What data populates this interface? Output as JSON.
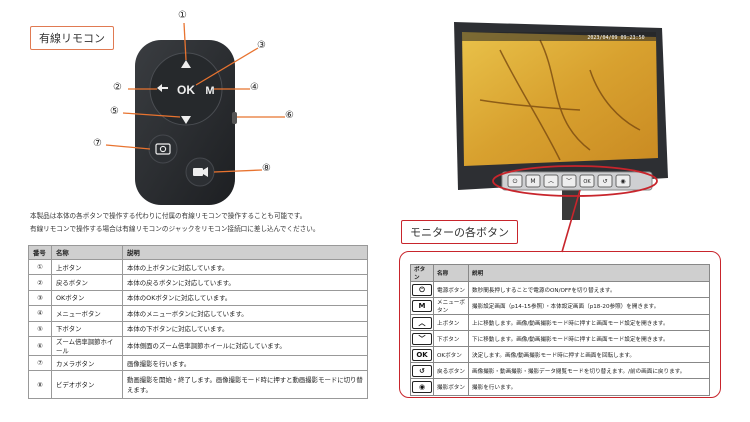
{
  "remote_section": {
    "title": "有線リモコン",
    "callouts": [
      "①",
      "②",
      "③",
      "④",
      "⑤",
      "⑥",
      "⑦",
      "⑧"
    ],
    "remote_labels": {
      "ok": "OK",
      "m": "M"
    },
    "note_lines": [
      "本製品は本体の各ボタンで操作する代わりに付属の有線リモコンで操作することも可能です。",
      "有線リモコンで操作する場合は有線リモコンのジャックをリモコン接続口に差し込んでください。"
    ],
    "table": {
      "headers": [
        "番号",
        "名称",
        "説明"
      ],
      "rows": [
        [
          "①",
          "上ボタン",
          "本体の上ボタンに対応しています。"
        ],
        [
          "②",
          "戻るボタン",
          "本体の戻るボタンに対応しています。"
        ],
        [
          "③",
          "OKボタン",
          "本体のOKボタンに対応しています。"
        ],
        [
          "④",
          "メニューボタン",
          "本体のメニューボタンに対応しています。"
        ],
        [
          "⑤",
          "下ボタン",
          "本体の下ボタンに対応しています。"
        ],
        [
          "⑥",
          "ズーム倍率調節ホイール",
          "本体側面のズーム倍率調節ホイールに対応しています。"
        ],
        [
          "⑦",
          "カメラボタン",
          "画像撮影を行います。"
        ],
        [
          "⑧",
          "ビデオボタン",
          "動画撮影を開始・終了します。画像撮影モード時に押すと動画撮影モードに切り替えます。"
        ]
      ]
    }
  },
  "monitor_section": {
    "title": "モニターの各ボタン",
    "screen_timestamp": "2023/04/09 09:23:50",
    "table": {
      "headers": [
        "ボタン",
        "名称",
        "説明"
      ],
      "rows": [
        {
          "icon": "power-icon",
          "icon_text": "⏻",
          "name": "電源ボタン",
          "desc": "数秒間長押しすることで電源のON/OFFを切り替えます。"
        },
        {
          "icon": "menu-m-icon",
          "icon_text": "M",
          "name": "メニューボタン",
          "desc": "撮影設定画面（p14-15参照）・本体設定画面（p18-20参照）を開きます。"
        },
        {
          "icon": "up-icon",
          "icon_text": "︿",
          "name": "上ボタン",
          "desc": "上に移動します。画像/動画撮影モード時に押すと画面モード設定を開きます。"
        },
        {
          "icon": "down-icon",
          "icon_text": "﹀",
          "name": "下ボタン",
          "desc": "下に移動します。画像/動画撮影モード時に押すと画面モード設定を開きます。"
        },
        {
          "icon": "ok-icon",
          "icon_text": "OK",
          "name": "OKボタン",
          "desc": "決定します。画像/動画撮影モード時に押すと画面を回転します。"
        },
        {
          "icon": "back-icon",
          "icon_text": "↺",
          "name": "戻るボタン",
          "desc": "画像撮影・動画撮影・撮影データ閲覧モードを切り替えます。/前の画面に戻ります。"
        },
        {
          "icon": "camera-icon",
          "icon_text": "◉",
          "name": "撮影ボタン",
          "desc": "撮影を行います。"
        }
      ]
    }
  },
  "colors": {
    "callout_line": "#e8732f",
    "highlight": "#c8252c",
    "title_border": "#e07a52"
  }
}
